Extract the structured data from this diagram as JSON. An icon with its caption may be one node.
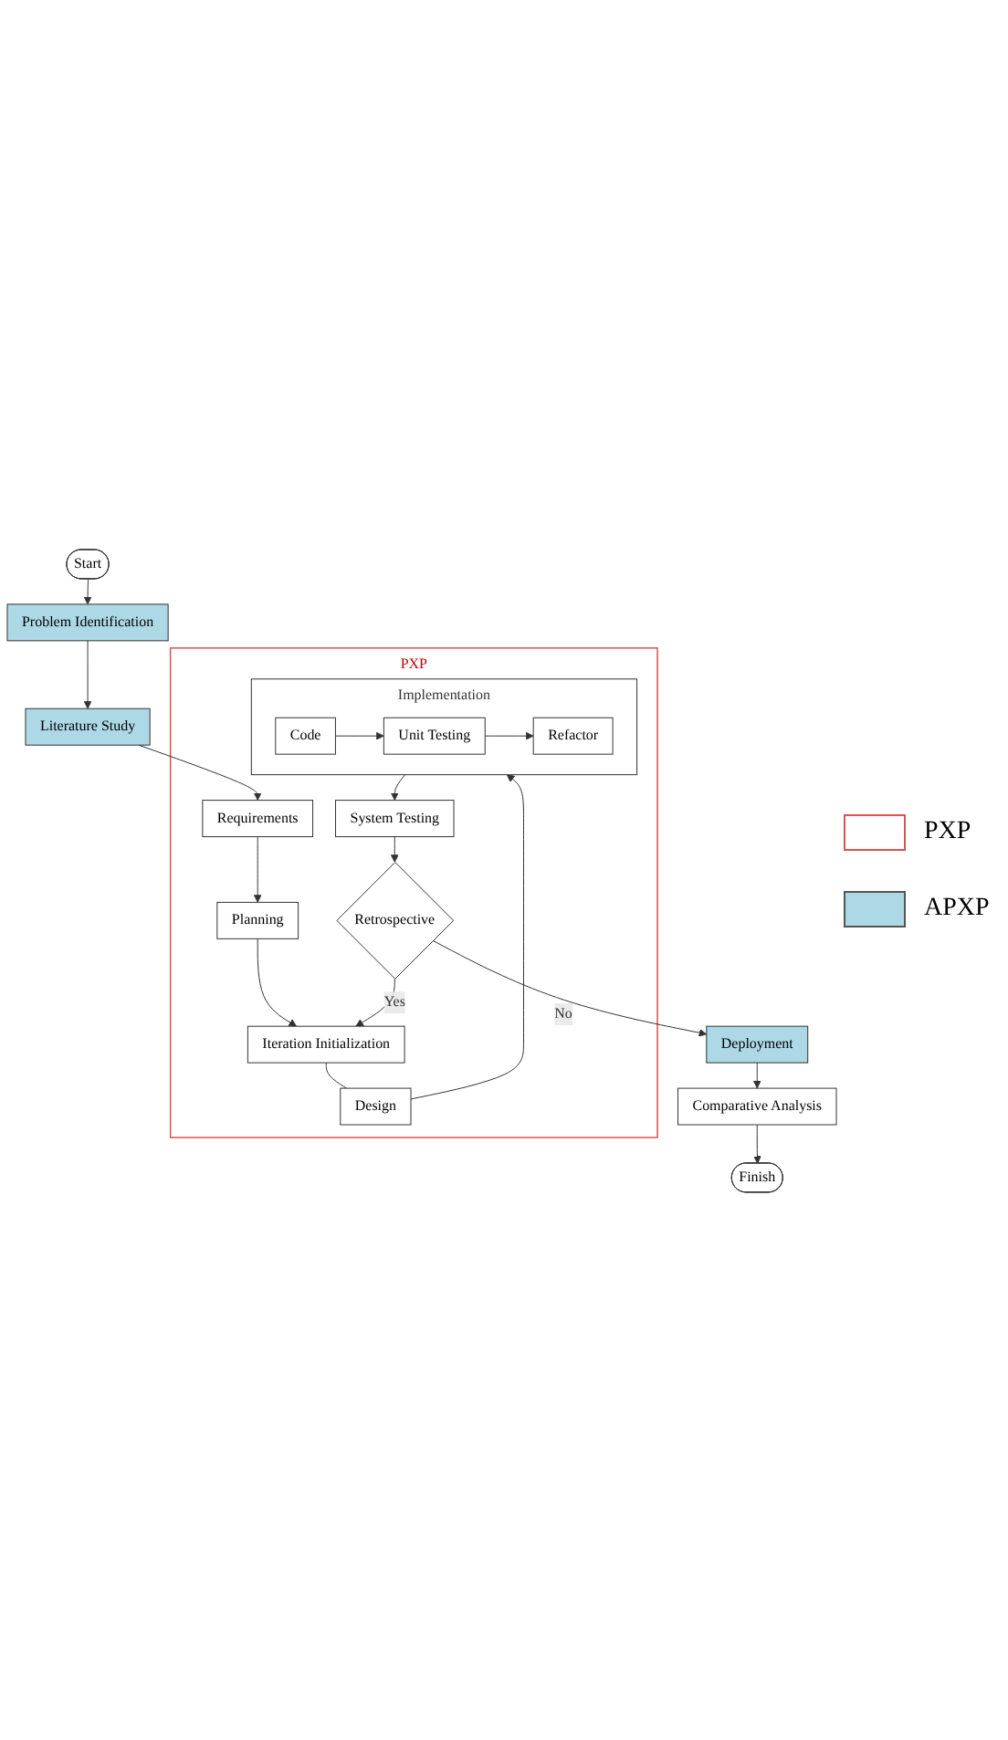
{
  "diagram": {
    "nodes": [
      {
        "text": [
          "Start"
        ]
      },
      {
        "text": [
          "Problem Identification"
        ]
      },
      {
        "text": [
          "Literature Study"
        ]
      },
      {
        "text": [
          "PXP"
        ]
      },
      {
        "text": [
          "Requirements"
        ],
        "in": 3
      },
      {
        "text": [
          "Planning"
        ],
        "in": 3
      },
      {
        "text": [
          "Iteration Initialization"
        ],
        "in": 3
      },
      {
        "text": [
          "Design"
        ],
        "in": 3
      },
      {
        "text": [
          "Implementation"
        ],
        "in": 3
      },
      {
        "text": [
          "Code"
        ],
        "in": 8
      },
      {
        "text": [
          "Unit Testing"
        ],
        "in": 8
      },
      {
        "text": [
          "Refactor"
        ],
        "in": 8
      },
      {
        "text": [
          "System Testing"
        ],
        "in": 3
      },
      {
        "text": [
          "Retrospective"
        ],
        "in": 3
      },
      {
        "text": [
          "Deployment"
        ]
      },
      {
        "text": [
          "Comparative Analysis"
        ]
      },
      {
        "text": [
          "Finish"
        ]
      }
    ],
    "edges": [
      {
        "from": 0,
        "to": 1,
        "arrow": "to"
      },
      {
        "from": 1,
        "to": 2,
        "arrow": "to"
      },
      {
        "from": 2,
        "to": 4,
        "arrow": "to"
      },
      {
        "from": 4,
        "to": 5,
        "arrow": "to"
      },
      {
        "from": 5,
        "to": 6,
        "arrow": "to"
      },
      {
        "from": 6,
        "to": 7,
        "arrow": "none"
      },
      {
        "from": 7,
        "to": 8,
        "arrow": "to"
      },
      {
        "from": 9,
        "to": 10,
        "arrow": "to"
      },
      {
        "from": 10,
        "to": 11,
        "arrow": "to"
      },
      {
        "from": 8,
        "to": 12,
        "arrow": "to"
      },
      {
        "from": 12,
        "to": 13,
        "arrow": "to"
      },
      {
        "from": 13,
        "to": 6,
        "arrow": "to",
        "label": "Yes"
      },
      {
        "from": 13,
        "to": 14,
        "arrow": "to",
        "label": "No"
      },
      {
        "from": 14,
        "to": 15,
        "arrow": "to"
      },
      {
        "from": 15,
        "to": 16,
        "arrow": "to"
      }
    ],
    "legend": [
      {
        "text": "PXP"
      },
      {
        "text": "APXP",
        "color": "#add8e6"
      }
    ]
  }
}
